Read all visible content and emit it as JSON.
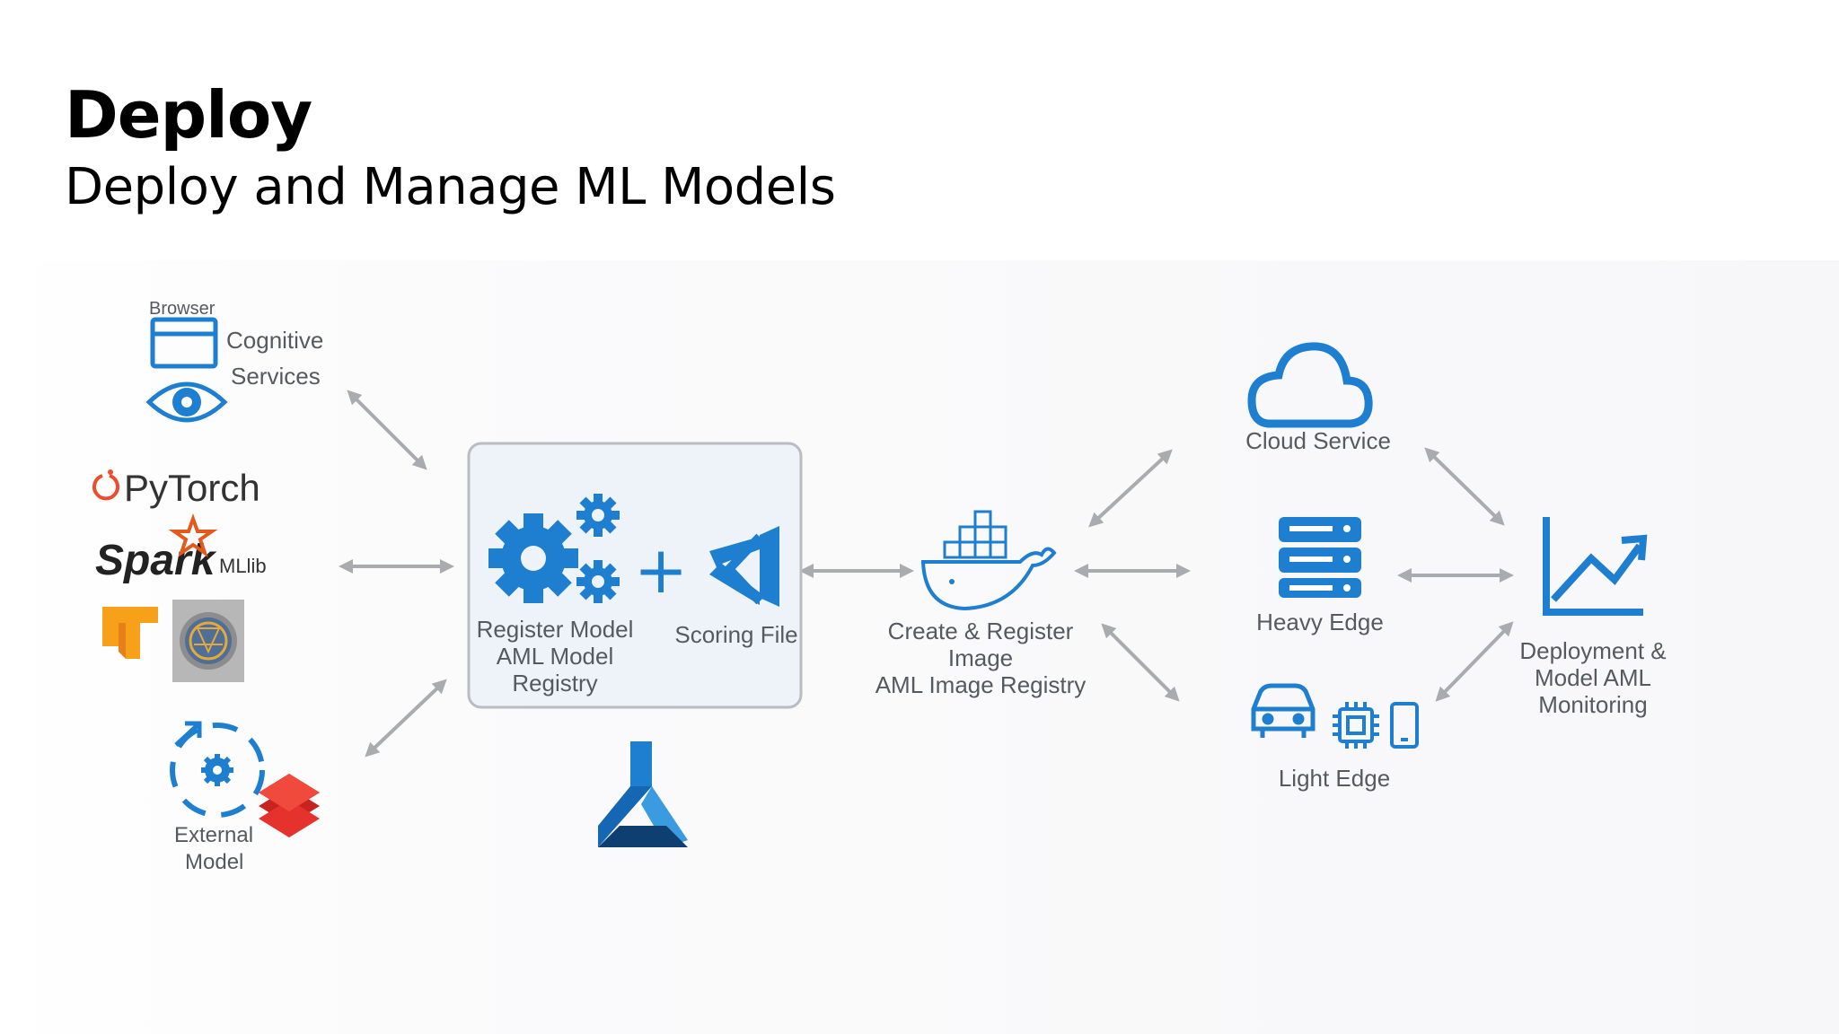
{
  "slide": {
    "title": "Deploy",
    "subtitle": "Deploy and Manage ML Models"
  },
  "sources": {
    "browser_label": "Browser",
    "cognitive_line1": "Cognitive",
    "cognitive_line2": "Services",
    "pytorch": "PyTorch",
    "spark": "Spark",
    "mllib": "MLlib",
    "external_line1": "External",
    "external_line2": "Model"
  },
  "register": {
    "line1": "Register Model",
    "line2": "AML Model",
    "line3": "Registry",
    "plus": "+",
    "scoring": "Scoring File"
  },
  "image": {
    "line1": "Create & Register",
    "line2": "Image",
    "line3": "AML Image Registry"
  },
  "targets": {
    "cloud": "Cloud Service",
    "heavy": "Heavy Edge",
    "light": "Light Edge"
  },
  "monitor": {
    "line1": "Deployment &",
    "line2": "Model AML",
    "line3": "Monitoring"
  },
  "colors": {
    "azure_blue": "#1e7fd0",
    "arrow_grey": "#a9abae",
    "box_fill": "#eef3f9",
    "box_stroke": "#b9bcc0",
    "pytorch_orange": "#ee4c2c",
    "spark_orange": "#e25a1c",
    "tf_orange": "#f7a11a",
    "databricks_red": "#e5322c"
  }
}
